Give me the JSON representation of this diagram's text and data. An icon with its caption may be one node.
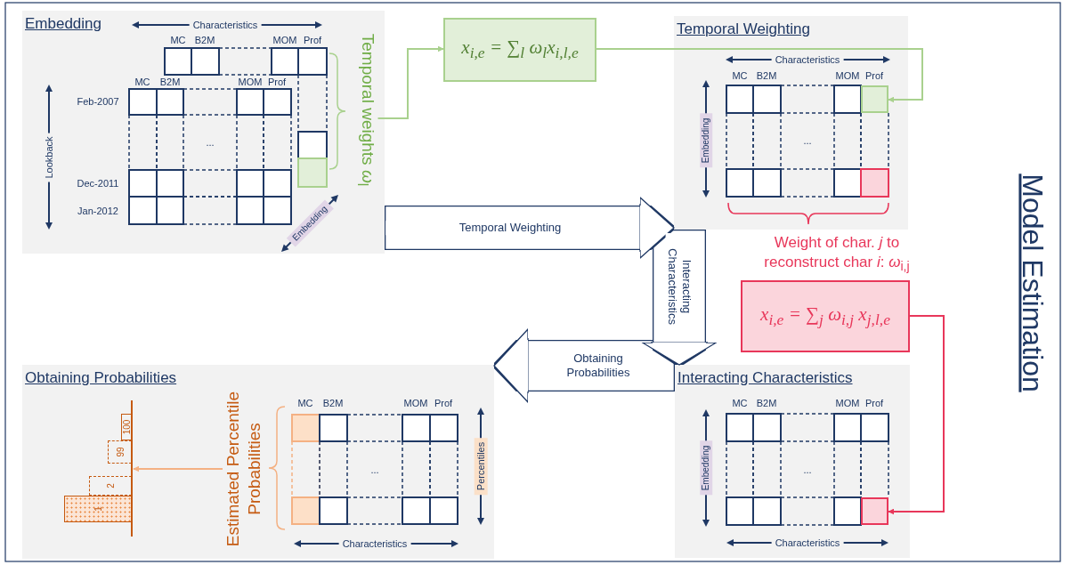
{
  "diagram": {
    "nodes": [
      {
        "text": [
          "Embedding"
        ]
      },
      {
        "text": [
          "Temporal weights *ω*$_{l}$"
        ],
        "in": 0
      },
      {
        "text": [
          "x$_{i,e}$ = ∑$_{l}$ ω$_{l}$x$_{i,l,e}$"
        ]
      },
      {
        "text": [
          "Temporal Weighting"
        ]
      },
      {
        "text": [],
        "shape": "box",
        "in": 3
      },
      {
        "text": [
          "x$_{i,e}$ = ∑$_{j}$ ω$_{i,j}$ x$_{j,l,e}$"
        ]
      },
      {
        "text": [
          "Obtaining Probabilities"
        ]
      },
      {
        "text": [],
        "shape": "picture",
        "in": 6
      },
      {
        "text": [
          "100"
        ],
        "in": 7
      },
      {
        "text": [
          "99"
        ],
        "in": 7
      },
      {
        "text": [
          "2"
        ],
        "in": 7
      },
      {
        "text": [
          "1"
        ],
        "in": 7
      },
      {
        "text": [
          "Estimated Percentile Probabilities"
        ],
        "in": 6
      },
      {
        "text": [
          "Interacting Characteristics"
        ]
      },
      {
        "text": [],
        "shape": "box",
        "in": 13
      }
    ],
    "edges": [
      {
        "from": 1,
        "to": 2,
        "arrow": "to",
        "color": "#a9d18e"
      },
      {
        "from": 2,
        "to": 4,
        "arrow": "to",
        "color": "#a9d18e"
      },
      {
        "from": 5,
        "to": 14,
        "arrow": "to",
        "color": "#e8375a"
      },
      {
        "from": 12,
        "to": 7,
        "arrow": "to",
        "color": "#f4b183"
      },
      {
        "from": 0,
        "to": 3,
        "arrow": "to",
        "label": "Temporal Weighting",
        "style": "thick"
      },
      {
        "from": 3,
        "to": 13,
        "arrow": "to",
        "label": "Interacting Characteristics",
        "style": "thick"
      },
      {
        "from": 13,
        "to": 6,
        "arrow": "to",
        "label": "Obtaining Probabilities",
        "style": "thick"
      }
    ],
    "labels": [
      "Characteristics",
      "MC",
      "B2M",
      "MOM",
      "Prof",
      "MC",
      "B2M",
      "MOM",
      "Prof",
      "Feb-2007",
      "Lookback",
      "...",
      "Dec-2011",
      "Jan-2012",
      "Embedding",
      "Characteristics",
      "MC",
      "B2M",
      "MOM",
      "Prof",
      "Embedding",
      "...",
      "Weight of char. *j* to reconstruct char *i*: *ω*$_{i,j}$",
      "Model Estimation",
      "MC",
      "B2M",
      "MOM",
      "Prof",
      "...",
      "Percentiles",
      "Characteristics",
      "MC",
      "B2M",
      "MOM",
      "Prof",
      "Embedding",
      "...",
      "Characteristics"
    ]
  }
}
